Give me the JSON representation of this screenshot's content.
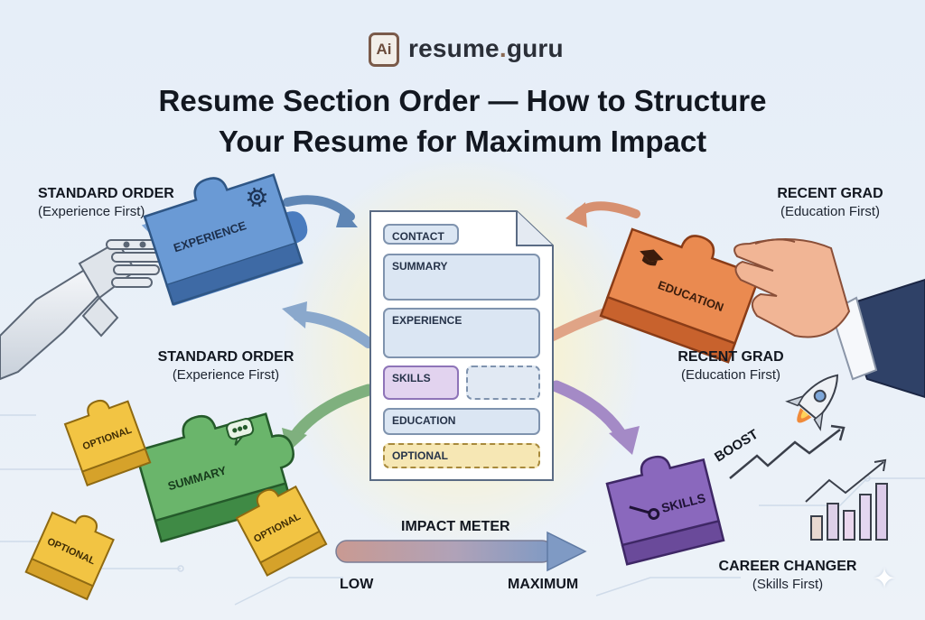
{
  "brand": {
    "icon_text": "Ai",
    "name_main": "resume",
    "name_dot": ".",
    "name_tail": "guru"
  },
  "title": {
    "line1": "Resume Section Order — How to Structure",
    "line2": "Your Resume for Maximum Impact"
  },
  "labels": {
    "top_left": {
      "title": "STANDARD ORDER",
      "sub": "(Experience First)"
    },
    "mid_left": {
      "title": "STANDARD ORDER",
      "sub": "(Experience First)"
    },
    "top_right": {
      "title": "RECENT GRAD",
      "sub": "(Education First)"
    },
    "mid_right": {
      "title": "RECENT GRAD",
      "sub": "(Education First)"
    },
    "bottom_right": {
      "title": "CAREER CHANGER",
      "sub": "(Skills First)"
    }
  },
  "pieces": {
    "experience": "EXPERIENCE",
    "education": "EDUCATION",
    "summary": "SUMMARY",
    "skills": "SKILLS",
    "optional": "OPTIONAL"
  },
  "document": {
    "sections": [
      "CONTACT",
      "SUMMARY",
      "EXPERIENCE",
      "SKILLS",
      "EDUCATION",
      "OPTIONAL"
    ]
  },
  "meter": {
    "title": "IMPACT METER",
    "low": "LOW",
    "high": "MAXIMUM"
  },
  "boost": "BOOST",
  "colors": {
    "experience": "#5b8fce",
    "education": "#e8874f",
    "summary": "#6db06a",
    "skills": "#8a68b8",
    "optional": "#f0c24a",
    "doc_bg": "#ffffff",
    "accent": "#8a6a55"
  },
  "icons": [
    "gear-icon",
    "graduation-cap-icon",
    "chat-bubble-icon",
    "wrench-icon",
    "rocket-icon",
    "bar-chart-icon",
    "sparkle-icon",
    "robot-hand",
    "human-hand"
  ]
}
